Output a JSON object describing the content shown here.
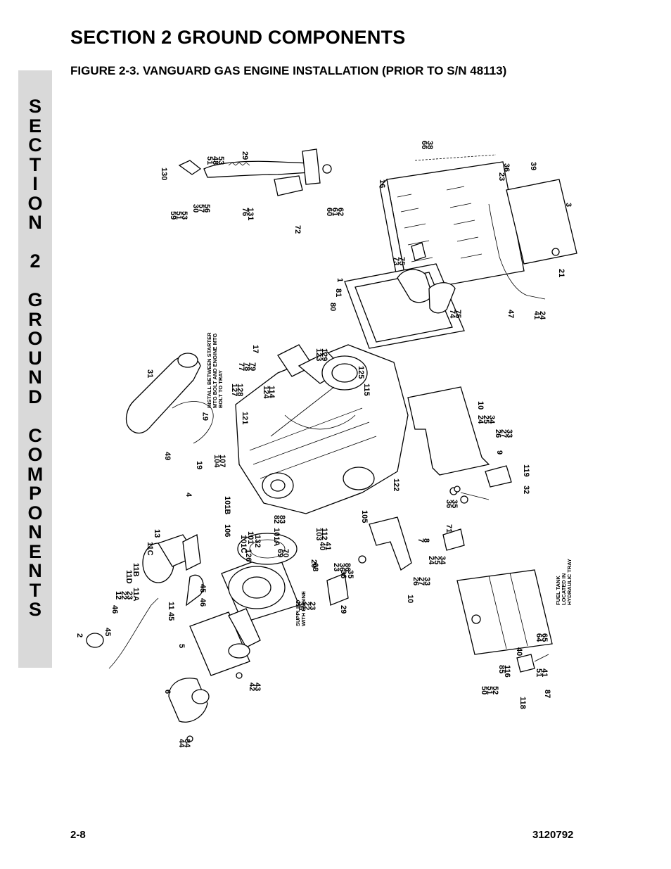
{
  "header": {
    "section_title": "SECTION 2   GROUND COMPONENTS",
    "figure_title": "FIGURE 2-3.    VANGUARD GAS ENGINE INSTALLATION (PRIOR TO S/N 48113)"
  },
  "side_tab": {
    "letters": [
      "S",
      "E",
      "C",
      "T",
      "I",
      "O",
      "N",
      "",
      "2",
      "",
      "G",
      "R",
      "O",
      "U",
      "N",
      "D",
      "",
      "C",
      "O",
      "M",
      "P",
      "O",
      "N",
      "E",
      "N",
      "T",
      "S"
    ]
  },
  "diagram": {
    "callouts": [
      "130",
      "59",
      "51",
      "53",
      "30",
      "57",
      "56",
      "51",
      "48",
      "53",
      "29",
      "76",
      "131",
      "72",
      "60",
      "61",
      "62",
      "66",
      "38",
      "16",
      "23",
      "36",
      "39",
      "3",
      "21",
      "73",
      "75",
      "80",
      "81",
      "1",
      "74",
      "75",
      "47",
      "41",
      "24",
      "31",
      "49",
      "19",
      "17",
      "77",
      "78",
      "79",
      "123",
      "129",
      "127",
      "128",
      "121",
      "124",
      "114",
      "125",
      "115",
      "104",
      "107",
      "4",
      "101B",
      "106",
      "101C",
      "101",
      "132",
      "101A",
      "82",
      "83",
      "103",
      "112",
      "105",
      "122",
      "10",
      "24",
      "25",
      "34",
      "26",
      "27",
      "33",
      "9",
      "119",
      "32",
      "36",
      "35",
      "71",
      "7",
      "8",
      "24",
      "25",
      "34",
      "10",
      "26",
      "27",
      "33",
      "40",
      "41",
      "126",
      "69",
      "70",
      "68",
      "23",
      "36",
      "86",
      "20",
      "36",
      "35",
      "13",
      "11C",
      "11B",
      "11D",
      "12",
      "22",
      "23",
      "11A",
      "46",
      "45",
      "46",
      "45",
      "11",
      "2",
      "45",
      "5",
      "6",
      "42",
      "43",
      "44",
      "84",
      "36",
      "22",
      "23",
      "29",
      "40",
      "64",
      "65",
      "85",
      "116",
      "51",
      "41",
      "87",
      "50",
      "51",
      "52",
      "118"
    ],
    "notes": {
      "starter_note_1": "INSTALL BETWEEN STARTER",
      "starter_note_2": "MTG BOLT AND ENGINE MTG",
      "starter_note_3": "BOLT TO TRAY",
      "callout_67": "67",
      "supplied_1": "SUPPLIED",
      "supplied_2": "WITH ENGINE",
      "fuel_1": "FUEL TANK",
      "fuel_2": "LOCATED IN",
      "fuel_3": "HYDRAULIC TRAY"
    }
  },
  "footer": {
    "page_number": "2-8",
    "doc_number": "3120792"
  }
}
